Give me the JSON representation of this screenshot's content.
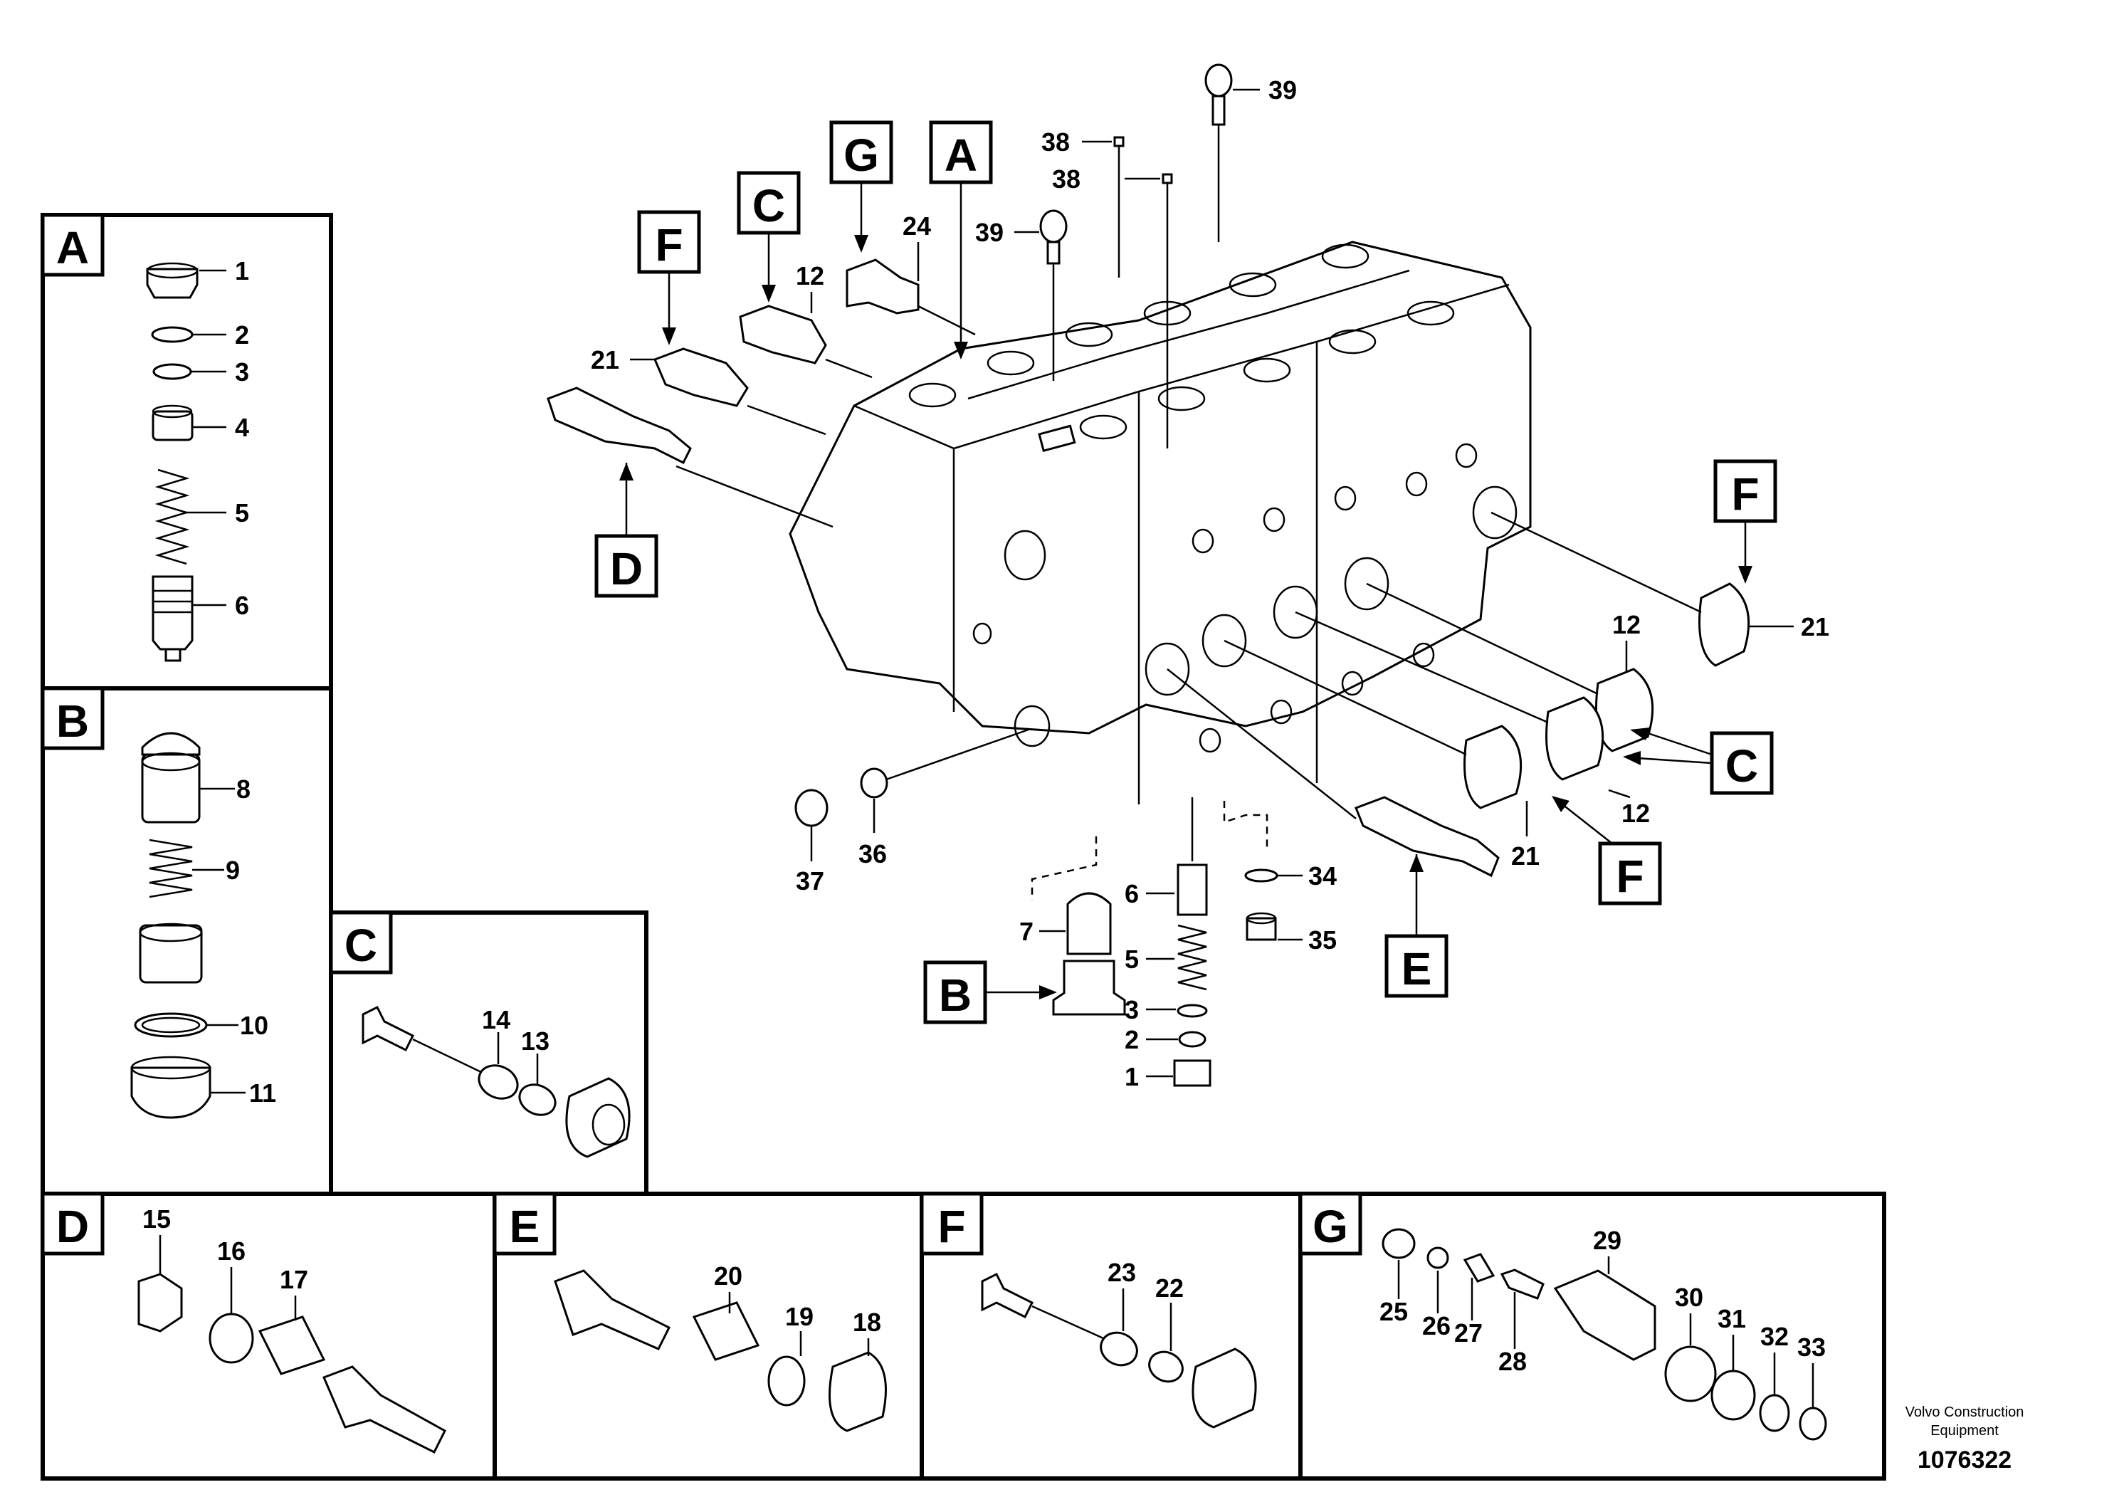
{
  "panels": {
    "A": "A",
    "B": "B",
    "C": "C",
    "D": "D",
    "E": "E",
    "F": "F",
    "G": "G"
  },
  "main_tags": {
    "G": "G",
    "A": "A",
    "C": "C",
    "F_left": "F",
    "D": "D",
    "F_right": "F",
    "C_right": "C",
    "F_bottom": "F",
    "E": "E",
    "B": "B"
  },
  "callouts": {
    "a1": "1",
    "a2": "2",
    "a3": "3",
    "a4": "4",
    "a5": "5",
    "a6": "6",
    "b8": "8",
    "b9": "9",
    "b10": "10",
    "b11": "11",
    "c14": "14",
    "c13": "13",
    "d15": "15",
    "d16": "16",
    "d17": "17",
    "e20": "20",
    "e19": "19",
    "e18": "18",
    "f23": "23",
    "f22": "22",
    "g29": "29",
    "g25": "25",
    "g26": "26",
    "g27": "27",
    "g28": "28",
    "g30": "30",
    "g31": "31",
    "g32": "32",
    "g33": "33",
    "m39a": "39",
    "m38a": "38",
    "m38b": "38",
    "m39b": "39",
    "m24": "24",
    "m12a": "12",
    "m21a": "21",
    "m21b": "21",
    "m12b": "12",
    "m12c": "12",
    "m21c": "21",
    "m37": "37",
    "m36": "36",
    "m6": "6",
    "m7": "7",
    "m5": "5",
    "m3": "3",
    "m2": "2",
    "m1": "1",
    "m34": "34",
    "m35": "35"
  },
  "footer": {
    "brand_line1": "Volvo Construction",
    "brand_line2": "Equipment",
    "drawing_number": "1076322"
  }
}
